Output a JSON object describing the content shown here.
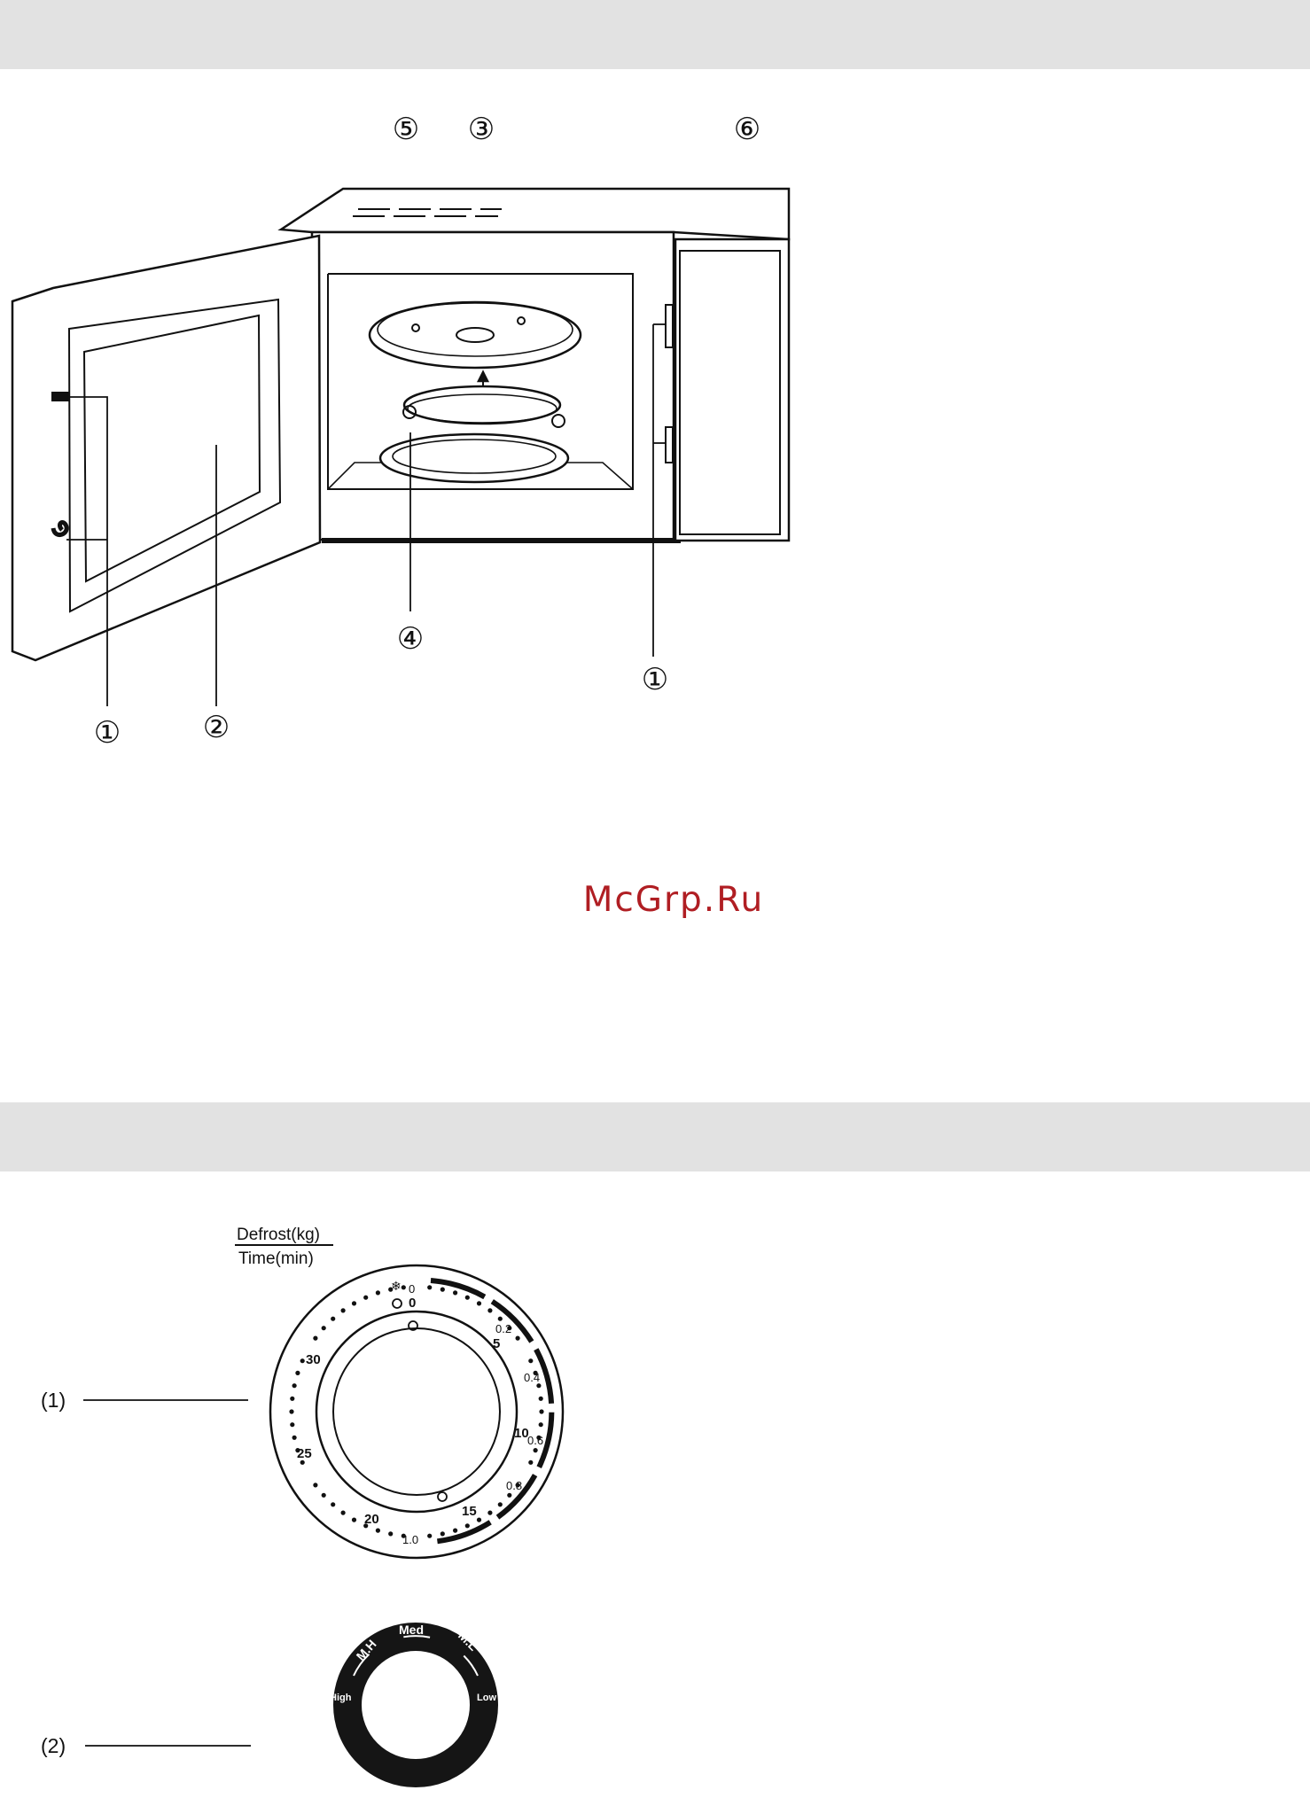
{
  "section_top": {
    "callouts": [
      "⑤",
      "③",
      "⑥",
      "①",
      "②",
      "④",
      "①"
    ]
  },
  "watermark": "McGrp.Ru",
  "section_bottom": {
    "dial1": {
      "label": "(1)",
      "header_top": "Defrost(kg)",
      "header_bottom": "Time(min)",
      "time_marks": [
        "0",
        "5",
        "10",
        "15",
        "20",
        "25",
        "30"
      ],
      "weight_marks": [
        "0",
        "0.2",
        "0.4",
        "0.6",
        "0.8",
        "1.0"
      ]
    },
    "dial2": {
      "label": "(2)",
      "power_levels": [
        "High",
        "M.H",
        "Med",
        "M.L",
        "Low"
      ]
    }
  },
  "colors": {
    "band": "#e2e2e2",
    "watermark": "#b01e23",
    "line": "#111111"
  }
}
